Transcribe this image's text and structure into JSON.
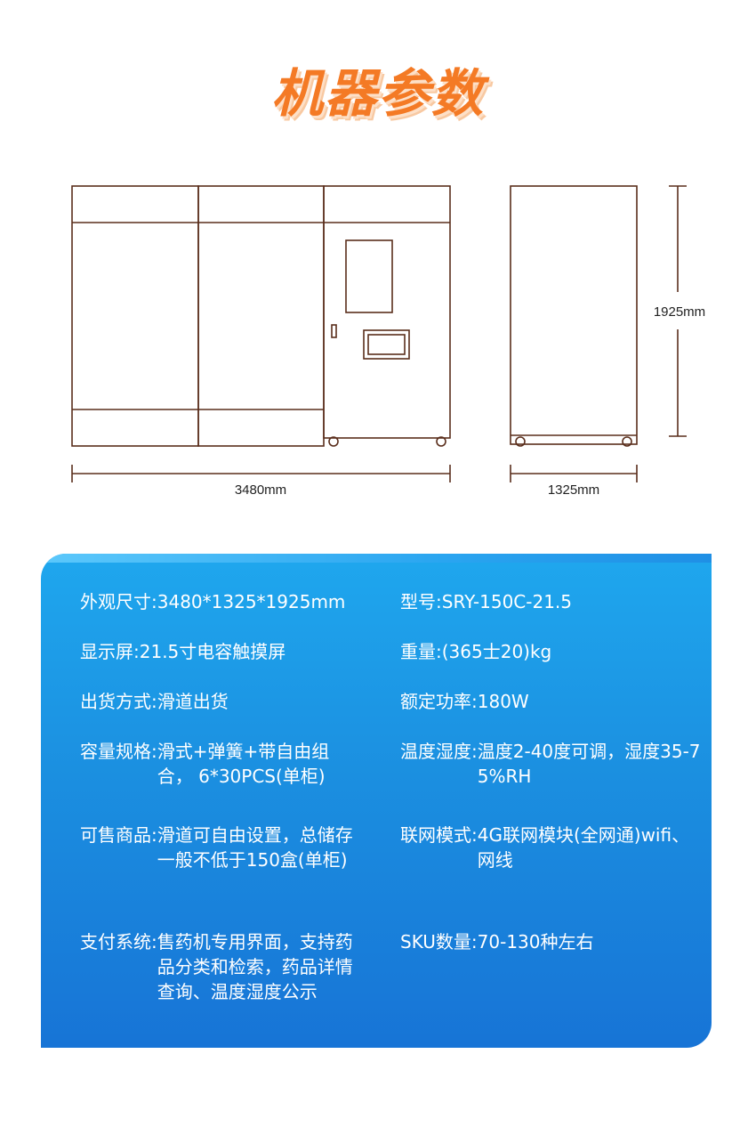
{
  "page": {
    "title": "机器参数"
  },
  "diagram": {
    "width_label": "3480mm",
    "depth_label": "1325mm",
    "height_label": "1925mm",
    "line_color": "#5a2e1c"
  },
  "specs": {
    "left": [
      {
        "key": "外观尺寸:",
        "value": "3480*1325*1925mm"
      },
      {
        "key": "显示屏:",
        "value": "21.5寸电容触摸屏"
      },
      {
        "key": "出货方式:",
        "value": "滑道出货"
      },
      {
        "key": "容量规格:",
        "value": "滑式+弹簧+带自由组合， 6*30PCS(单柜)"
      },
      {
        "key": "可售商品:",
        "value": "滑道可自由设置，总储存一般不低于150盒(单柜)"
      },
      {
        "key": "支付系统:",
        "value": "售药机专用界面，支持药品分类和检索，药品详情查询、温度湿度公示"
      }
    ],
    "right": [
      {
        "key": "型号:",
        "value": "SRY-150C-21.5"
      },
      {
        "key": "重量:",
        "value": "(365士20)kg"
      },
      {
        "key": "额定功率:",
        "value": "180W"
      },
      {
        "key": "温度湿度:",
        "value": "温度2-40度可调，湿度35-75%RH"
      },
      {
        "key": "联网模式:",
        "value": "4G联网模块(全网通)wifi、网线"
      },
      {
        "key": "SKU数量:",
        "value": "70-130种左右"
      }
    ]
  },
  "colors": {
    "title": "#f47a25",
    "panel_top": "#1fa7ee",
    "panel_bottom": "#1774d6",
    "text": "#ffffff"
  }
}
